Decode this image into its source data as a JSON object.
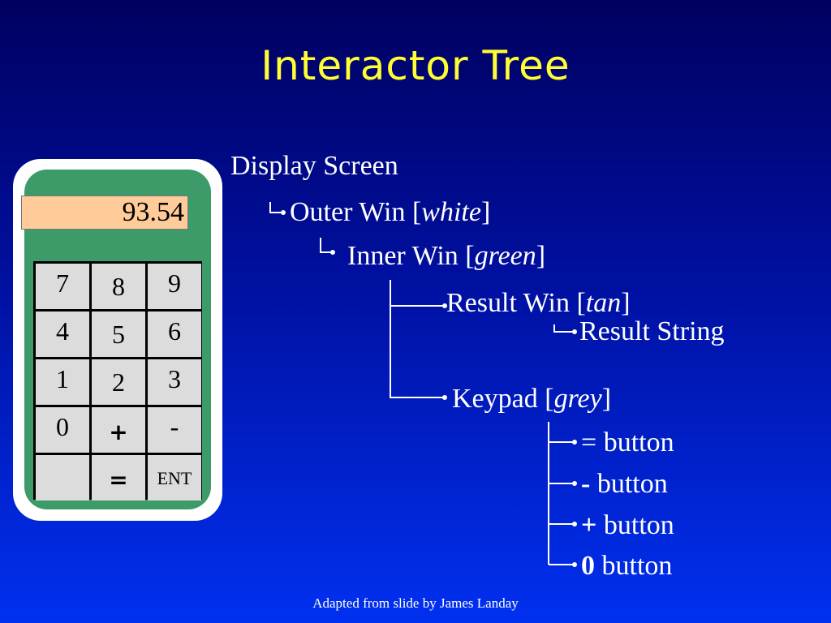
{
  "title": "Interactor Tree",
  "calculator": {
    "display_value": "93.54",
    "keys": [
      "7",
      "8",
      "9",
      "4",
      "5",
      "6",
      "1",
      "2",
      "3",
      "0",
      "+",
      "-",
      "",
      "=",
      "ENT"
    ]
  },
  "tree": {
    "display_screen": "Display Screen",
    "outer_win": {
      "label": "Outer Win [",
      "italic": "white",
      "close": "]"
    },
    "inner_win": {
      "label": "Inner Win [",
      "italic": "green",
      "close": "]"
    },
    "result_win": {
      "label": "Result Win [",
      "italic": "tan",
      "close": "]"
    },
    "result_string": "Result String",
    "keypad": {
      "label": "Keypad [",
      "italic": "grey",
      "close": "]"
    },
    "buttons": [
      {
        "symbol": "=",
        "text": " button"
      },
      {
        "symbol": "-",
        "text": " button"
      },
      {
        "symbol": "+",
        "text": " button"
      },
      {
        "symbol": "0",
        "text": " button"
      }
    ]
  },
  "colors": {
    "title": "#ffff33",
    "outer_win": "#ffffff",
    "inner_win": "#3c9b68",
    "result_win": "#ffcc99",
    "keypad": "#dcdcdc"
  },
  "footer": "Adapted from slide by James Landay"
}
